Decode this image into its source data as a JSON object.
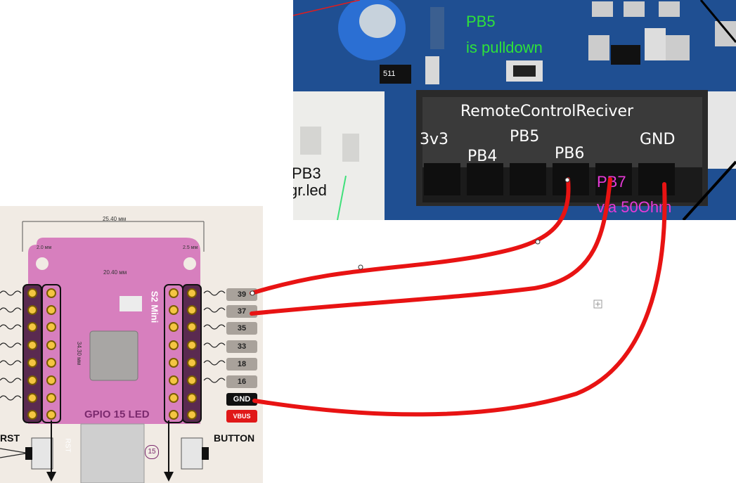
{
  "photo": {
    "note_pb5_line1": "PB5",
    "note_pb5_line2": "is pulldown",
    "connector_title": "RemoteControlReciver",
    "pins": {
      "v33": "3v3",
      "pb4": "PB4",
      "pb5": "PB5",
      "pb6": "PB6",
      "pb7": "PB7",
      "gnd": "GND"
    },
    "pb7_note": "via 50Ohm",
    "pb3_line1": "PB3",
    "pb3_line2": "gr.led",
    "resistor_code": "511"
  },
  "board": {
    "dim_top": "25.40 мм",
    "dim_inner": "20.40 мм",
    "dim_left": "2.0 мм",
    "dim_right": "2.5 мм",
    "dim_height": "34.30 мм",
    "name_vertical": "S2 Mini",
    "gpio_led_label": "GPIO 15 LED",
    "rst_label": "RST",
    "rst_vertical": "RST",
    "button_label": "BUTTON",
    "led_badge": "15",
    "pin_labels": [
      "39",
      "37",
      "35",
      "33",
      "18",
      "16",
      "GND",
      "VBUS"
    ]
  },
  "colors": {
    "wire": "#e81313",
    "pcb": "#d77fbe",
    "photo_blue": "#1f4f92",
    "note_green": "#2ee23a",
    "note_magenta": "#e83ad8"
  }
}
